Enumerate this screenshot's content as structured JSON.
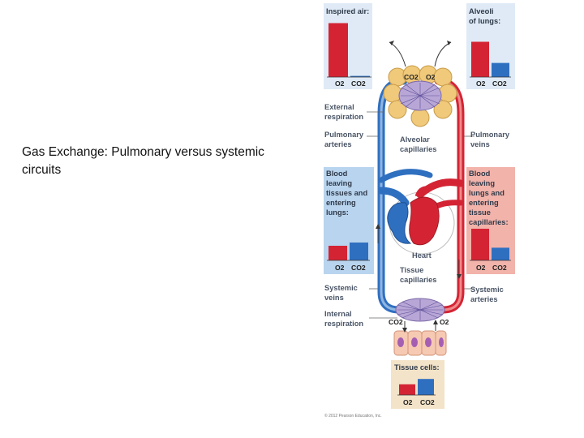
{
  "caption": "Gas Exchange: Pulmonary versus systemic circuits",
  "panels": {
    "inspired_air": {
      "title_line1": "Inspired air:",
      "o2_label": "O2",
      "co2_label": "CO2"
    },
    "alveoli": {
      "title_line1": "Alveoli",
      "title_line2": "of lungs:",
      "o2_label": "O2",
      "co2_label": "CO2"
    },
    "blood_leaving_tissues": {
      "lines": [
        "Blood",
        "leaving",
        "tissues and",
        "entering",
        "lungs:"
      ],
      "o2_label": "O2",
      "co2_label": "CO2"
    },
    "blood_leaving_lungs": {
      "lines": [
        "Blood",
        "leaving",
        "lungs and",
        "entering",
        "tissue",
        "capillaries:"
      ],
      "o2_label": "O2",
      "co2_label": "CO2"
    },
    "tissue_cells": {
      "title_line1": "Tissue cells:",
      "o2_label": "O2",
      "co2_label": "CO2"
    }
  },
  "labels": {
    "external_respiration": [
      "External",
      "respiration"
    ],
    "pulmonary_arteries": [
      "Pulmonary",
      "arteries"
    ],
    "alveolar_capillaries": [
      "Alveolar",
      "capillaries"
    ],
    "pulmonary_veins": [
      "Pulmonary",
      "veins"
    ],
    "heart": "Heart",
    "tissue_capillaries": [
      "Tissue",
      "capillaries"
    ],
    "systemic_veins": [
      "Systemic",
      "veins"
    ],
    "systemic_arteries": [
      "Systemic",
      "arteries"
    ],
    "internal_respiration": [
      "Internal",
      "respiration"
    ],
    "co2_top": "CO2",
    "o2_top": "O2",
    "co2_bottom": "CO2",
    "o2_bottom": "O2"
  },
  "copyright": "© 2012 Pearson Education, Inc.",
  "colors": {
    "oxygenated": "#d42434",
    "deoxygenated": "#2f6fc0",
    "panel_blue": "#b9d4ee",
    "panel_pink": "#f2b3aa",
    "panel_light": "#dfeaf6",
    "tissue_panel": "#f3e3c8"
  },
  "chart_data": [
    {
      "type": "bar",
      "name_ref": "Inspired air",
      "categories": [
        "O2",
        "CO2"
      ],
      "values": [
        0.95,
        0.02
      ]
    },
    {
      "type": "bar",
      "name_ref": "Alveoli of lungs",
      "categories": [
        "O2",
        "CO2"
      ],
      "values": [
        0.75,
        0.3
      ]
    },
    {
      "type": "bar",
      "name_ref": "Blood leaving tissues and entering lungs",
      "categories": [
        "O2",
        "CO2"
      ],
      "values": [
        0.45,
        0.55
      ]
    },
    {
      "type": "bar",
      "name_ref": "Blood leaving lungs and entering tissue capillaries",
      "categories": [
        "O2",
        "CO2"
      ],
      "values": [
        0.75,
        0.3
      ]
    },
    {
      "type": "bar",
      "name_ref": "Tissue cells",
      "categories": [
        "O2",
        "CO2"
      ],
      "values": [
        0.4,
        0.6
      ]
    }
  ]
}
